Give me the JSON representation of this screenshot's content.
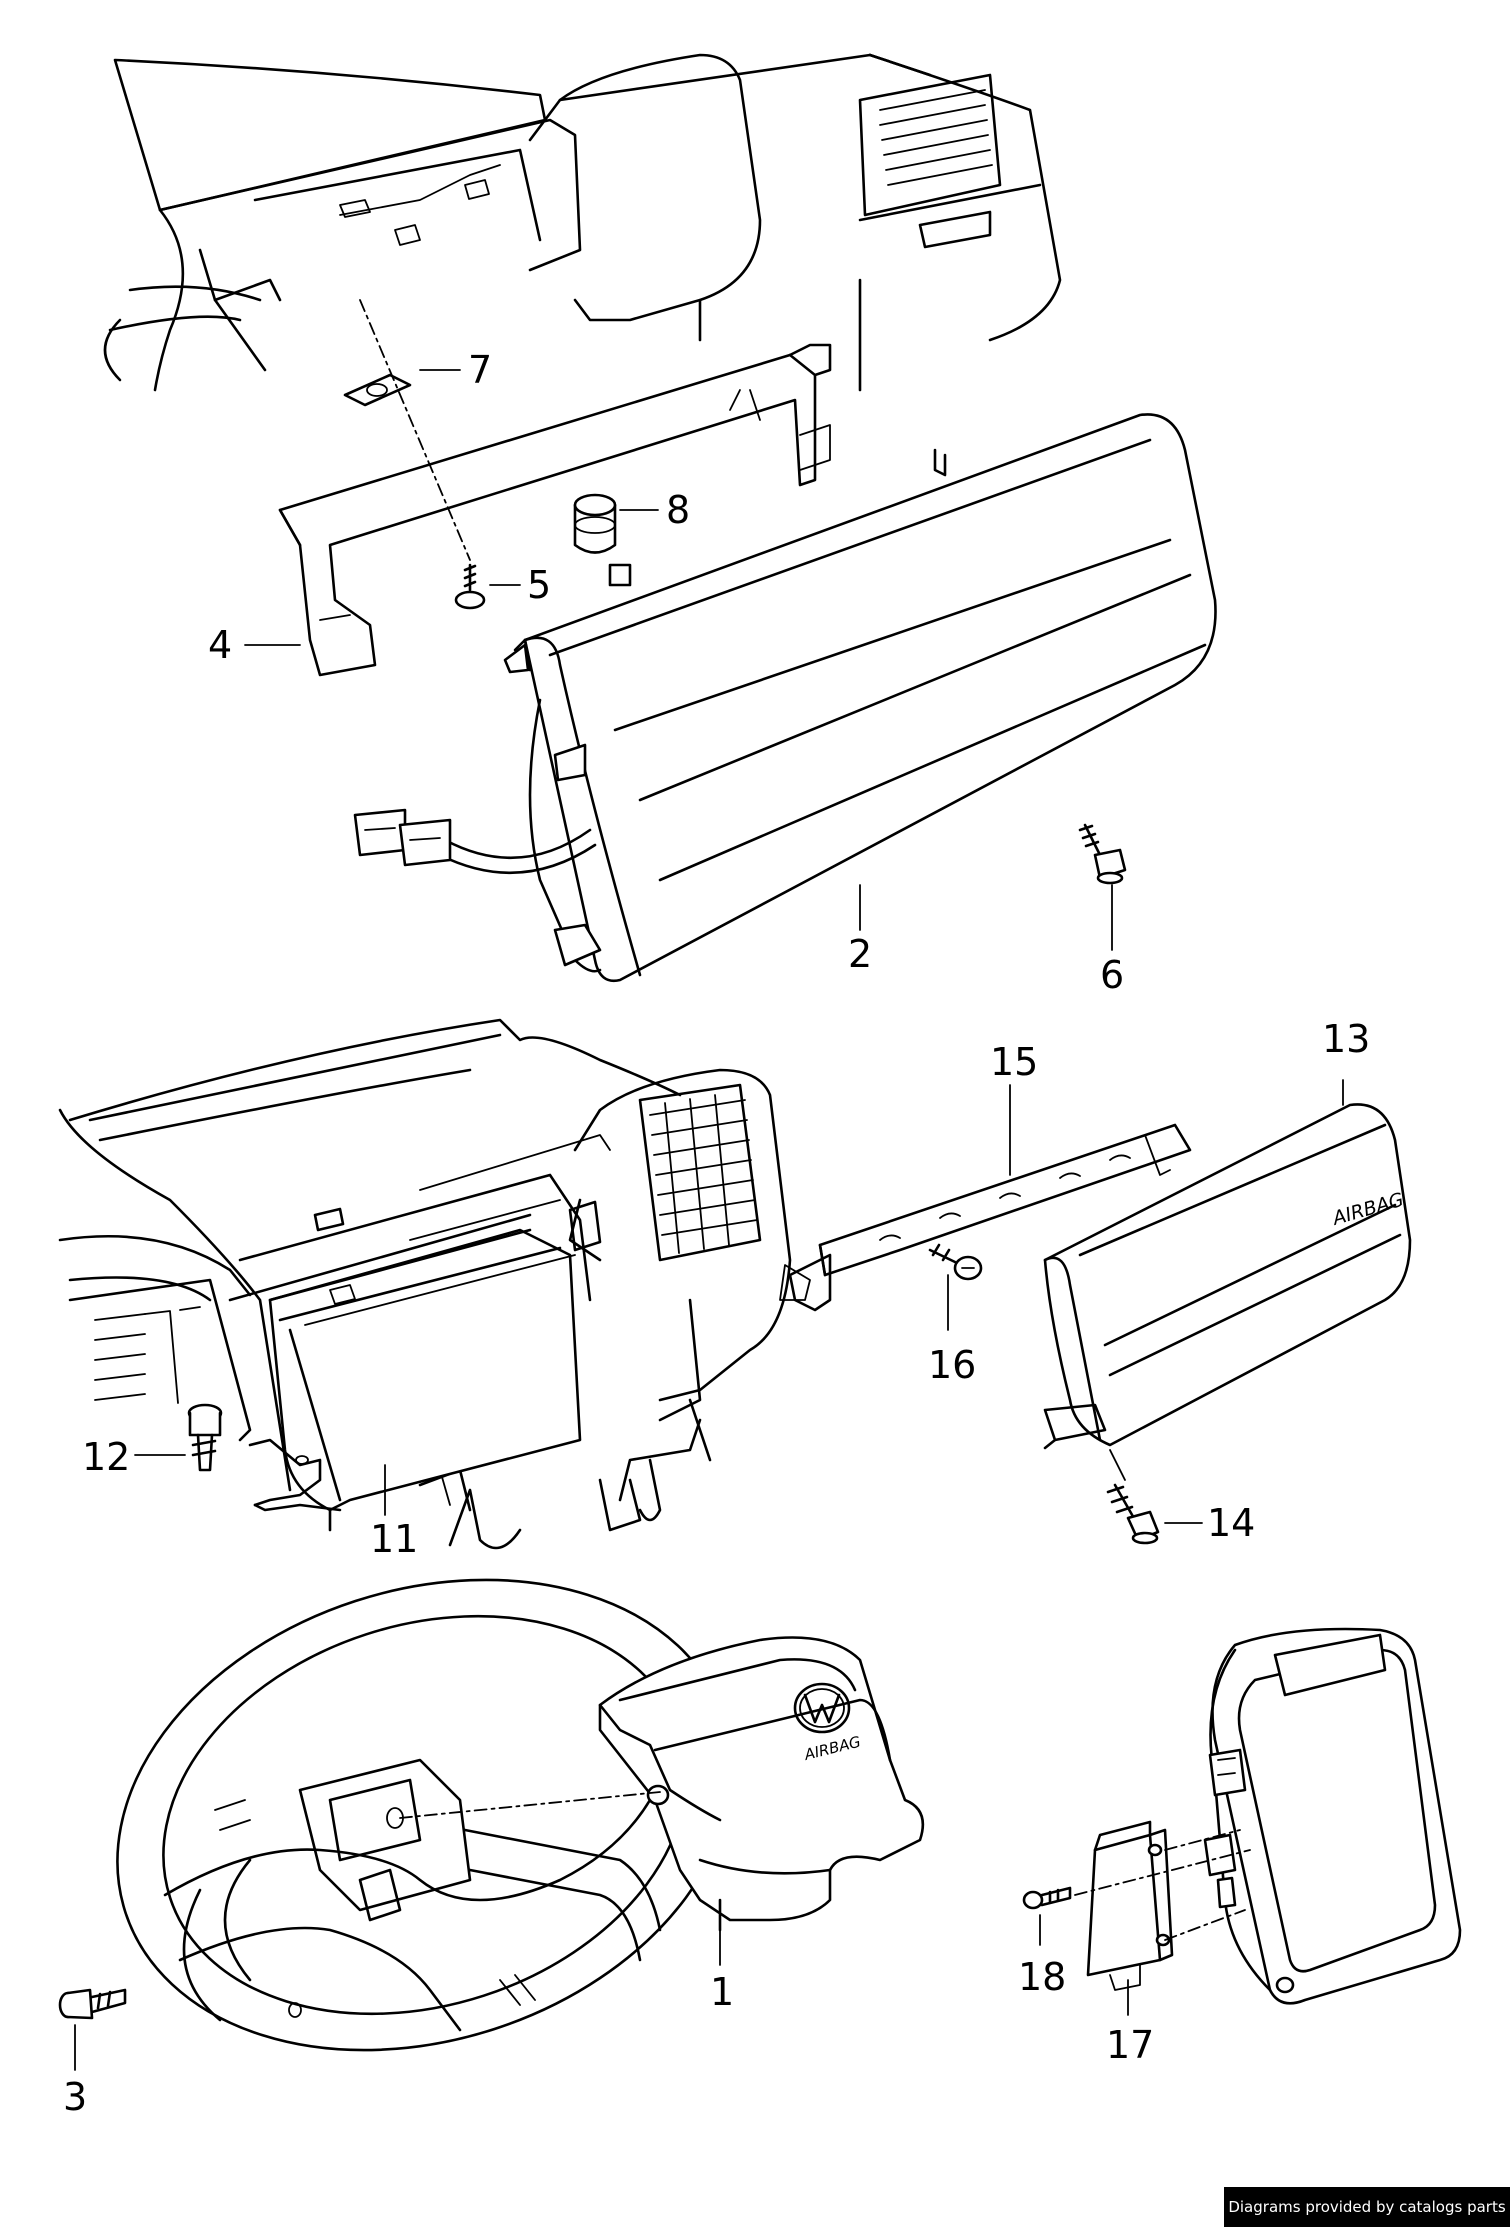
{
  "callouts": [
    "1",
    "2",
    "3",
    "4",
    "5",
    "6",
    "7",
    "8",
    "11",
    "12",
    "13",
    "14",
    "15",
    "16",
    "17",
    "18"
  ],
  "embossed": {
    "airbag_panel": "AIRBAG",
    "airbag_wheel": "AIRBAG"
  },
  "credit": "Diagrams provided by catalogs parts"
}
